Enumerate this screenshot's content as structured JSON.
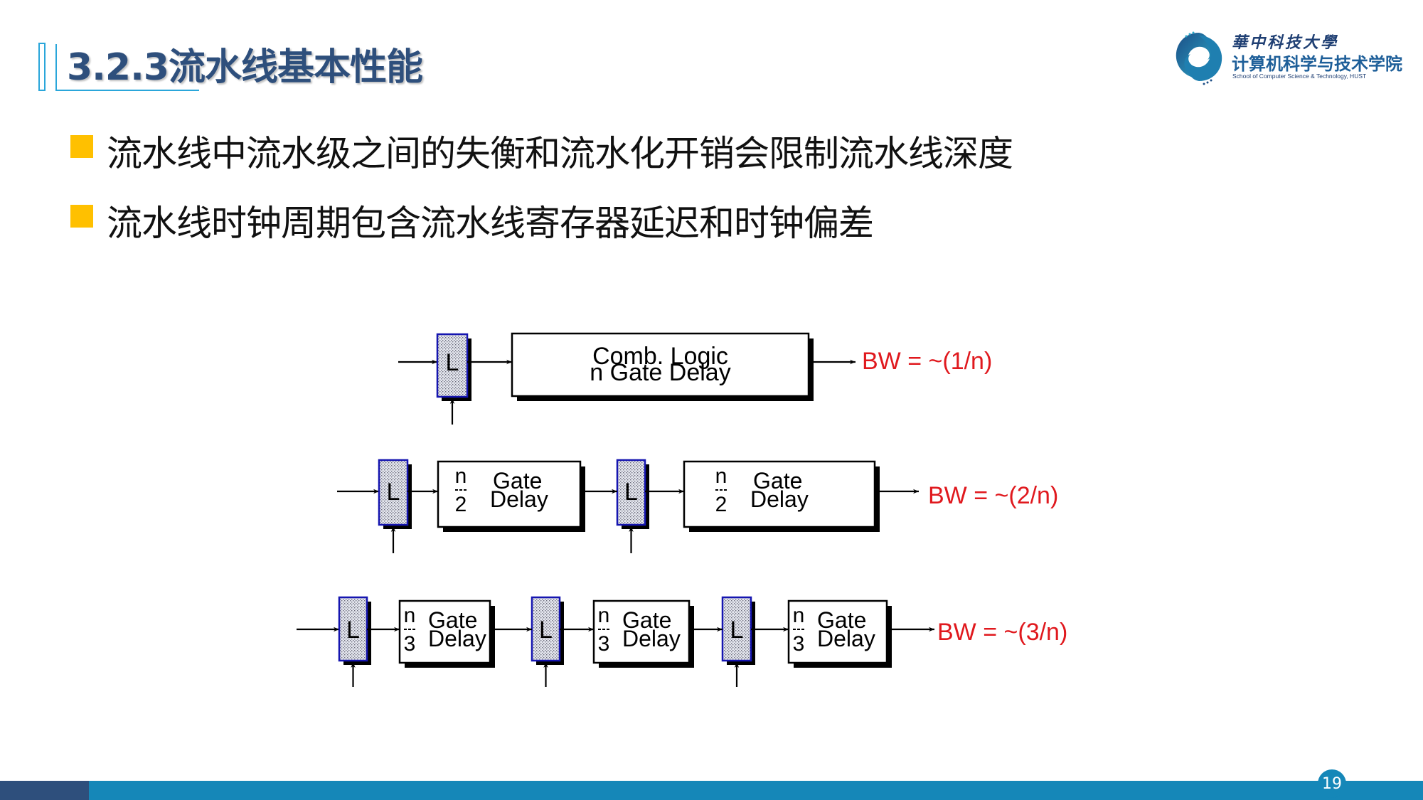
{
  "slide": {
    "title": "3.2.3流水线基本性能",
    "page_number": "19"
  },
  "logo": {
    "name_cn": "華中科技大學",
    "school_cn": "计算机科学与技术学院",
    "school_en": "School of Computer Science & Technology, HUST"
  },
  "bullets": [
    {
      "text": "流水线中流水级之间的失衡和流水化开销会限制流水线深度"
    },
    {
      "text": "流水线时钟周期包含流水线寄存器延迟和时钟偏差"
    }
  ],
  "diagram": {
    "latch_label": "L",
    "colors": {
      "latch_border": "#1515B0",
      "latch_fill": "#D8DCE8",
      "bw_text": "#E0191E",
      "line": "#000000"
    },
    "rows": [
      {
        "stages": 1,
        "stage_labels": [
          {
            "line1": "Comb. Logic",
            "line2": "n Gate Delay"
          }
        ],
        "bw": "BW = ~(1/n)"
      },
      {
        "stages": 2,
        "stage_labels": [
          {
            "numerator": "n",
            "denominator": "2",
            "line1": "Gate",
            "line2": "Delay"
          },
          {
            "numerator": "n",
            "denominator": "2",
            "line1": "Gate",
            "line2": "Delay"
          }
        ],
        "bw": "BW = ~(2/n)"
      },
      {
        "stages": 3,
        "stage_labels": [
          {
            "numerator": "n",
            "denominator": "3",
            "line1": "Gate",
            "line2": "Delay"
          },
          {
            "numerator": "n",
            "denominator": "3",
            "line1": "Gate",
            "line2": "Delay"
          },
          {
            "numerator": "n",
            "denominator": "3",
            "line1": "Gate",
            "line2": "Delay"
          }
        ],
        "bw": "BW = ~(3/n)"
      }
    ]
  }
}
